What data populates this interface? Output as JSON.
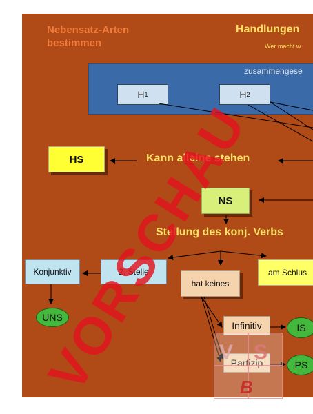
{
  "header": {
    "title_left_line1": "Nebensatz-Arten",
    "title_left_line2": "bestimmen",
    "title_right": "Handlungen",
    "subtitle_right": "Wer macht w"
  },
  "banner": {
    "label": "zusammengese"
  },
  "h1": {
    "main": "H",
    "sub": "1"
  },
  "h2": {
    "main": "H",
    "sub": "2"
  },
  "hs": "HS",
  "kann_alleine": "Kann alleine stehen",
  "ns": "NS",
  "stellung": "Stellung des konj. Verbs",
  "konjunktiv": "Konjunktiv",
  "zweite_stelle": "2. Stelle",
  "hat_keines": "hat keines",
  "am_schluss": "am Schlus",
  "uns": "UNS",
  "infinitiv": "Infinitiv",
  "is": "IS",
  "partizip": "Partizip",
  "ps": "PS",
  "watermark": "VORSCHAU",
  "logo": {
    "top_left": "V",
    "top_right": "S",
    "bottom": "B"
  },
  "colors": {
    "slide_bg": "#b04a17",
    "banner": "#3b6aa8",
    "yellow_box": "#ffff33",
    "lime_box": "#d8f07a",
    "oval": "#44b83c",
    "watermark": "#e0141e"
  }
}
